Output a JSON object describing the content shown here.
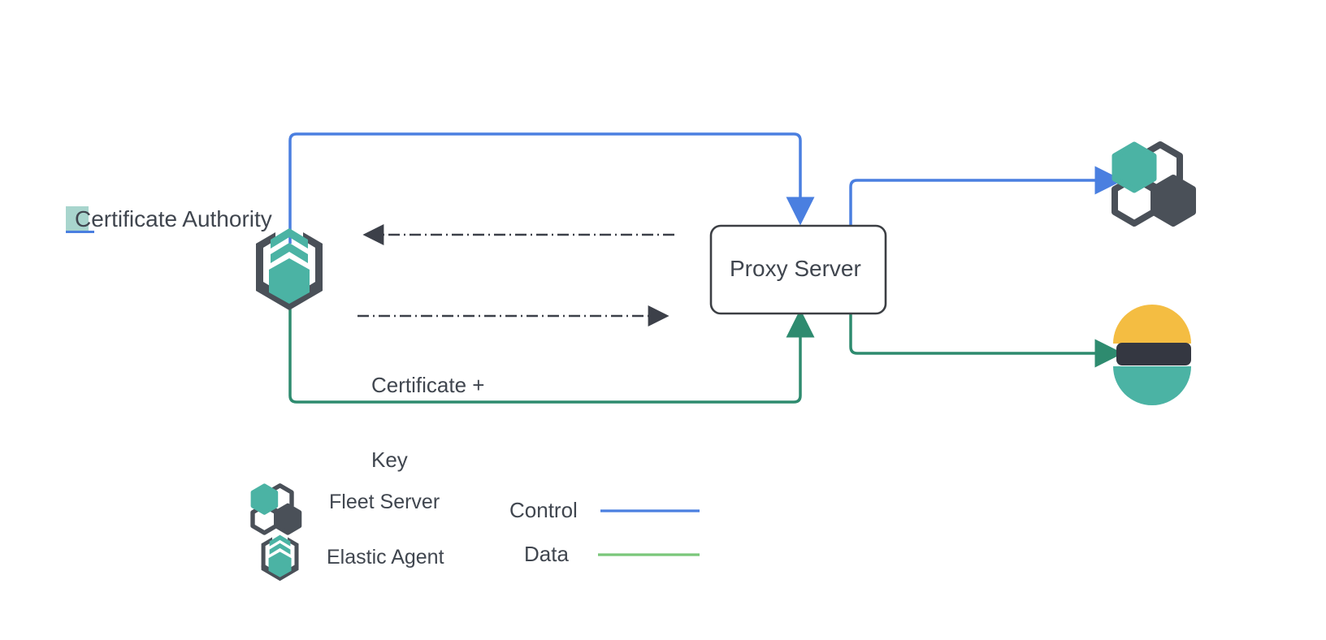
{
  "diagram": {
    "title_text": "Certificate Authority",
    "nodes": [
      {
        "id": "certificate-authority",
        "label": "Certificate Authority",
        "icon": "elastic-agent-icon"
      },
      {
        "id": "proxy-server",
        "label": "Proxy Server",
        "icon": "none"
      },
      {
        "id": "fleet-server",
        "label": "",
        "icon": "fleet-server-icon"
      },
      {
        "id": "elasticsearch",
        "label": "",
        "icon": "elasticsearch-icon"
      }
    ],
    "edge_labels": {
      "certificate_key_line1": "Certificate +",
      "certificate_key_line2": "Key"
    },
    "proxy": {
      "label": "Proxy Server"
    },
    "colors": {
      "control_blue": "#4a7fe0",
      "data_green": "#2e8b6f",
      "legend_data_green": "#7ac77a",
      "dark_slate": "#4a5058",
      "teal": "#4bb3a4",
      "elastic_yellow": "#f4bd42",
      "elastic_dark": "#343741",
      "text": "#40464f",
      "highlight": "#a8d5cd",
      "box_border": "#3c3f44"
    }
  },
  "legend": {
    "icons": [
      {
        "name": "fleet-server-icon",
        "label": "Fleet Server"
      },
      {
        "name": "elastic-agent-icon",
        "label": "Elastic Agent"
      }
    ],
    "lines": [
      {
        "name": "control-line",
        "label": "Control",
        "color": "#4a7fe0"
      },
      {
        "name": "data-line",
        "label": "Data",
        "color": "#7ac77a"
      }
    ]
  }
}
